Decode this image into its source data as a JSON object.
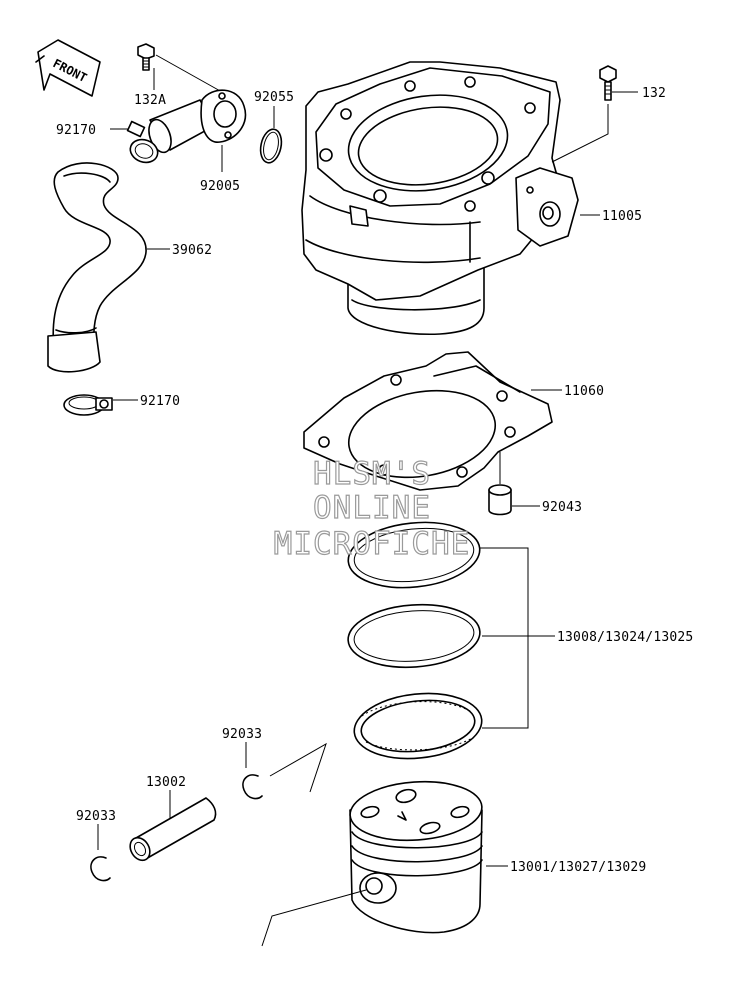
{
  "direction_arrow": {
    "label": "FRONT"
  },
  "watermark": {
    "line1": "HLSM'S",
    "line2": "ONLINE",
    "line3": "MICROFICHE"
  },
  "labels": {
    "p132A": "132A",
    "p92055": "92055",
    "p92170_top": "92170",
    "p92005": "92005",
    "p132": "132",
    "p11005": "11005",
    "p39062": "39062",
    "p92170_bottom": "92170",
    "p11060": "11060",
    "p92043": "92043",
    "p13008": "13008/13024/13025",
    "p92033_right": "92033",
    "p13002": "13002",
    "p92033_left": "92033",
    "p13001": "13001/13027/13029"
  }
}
